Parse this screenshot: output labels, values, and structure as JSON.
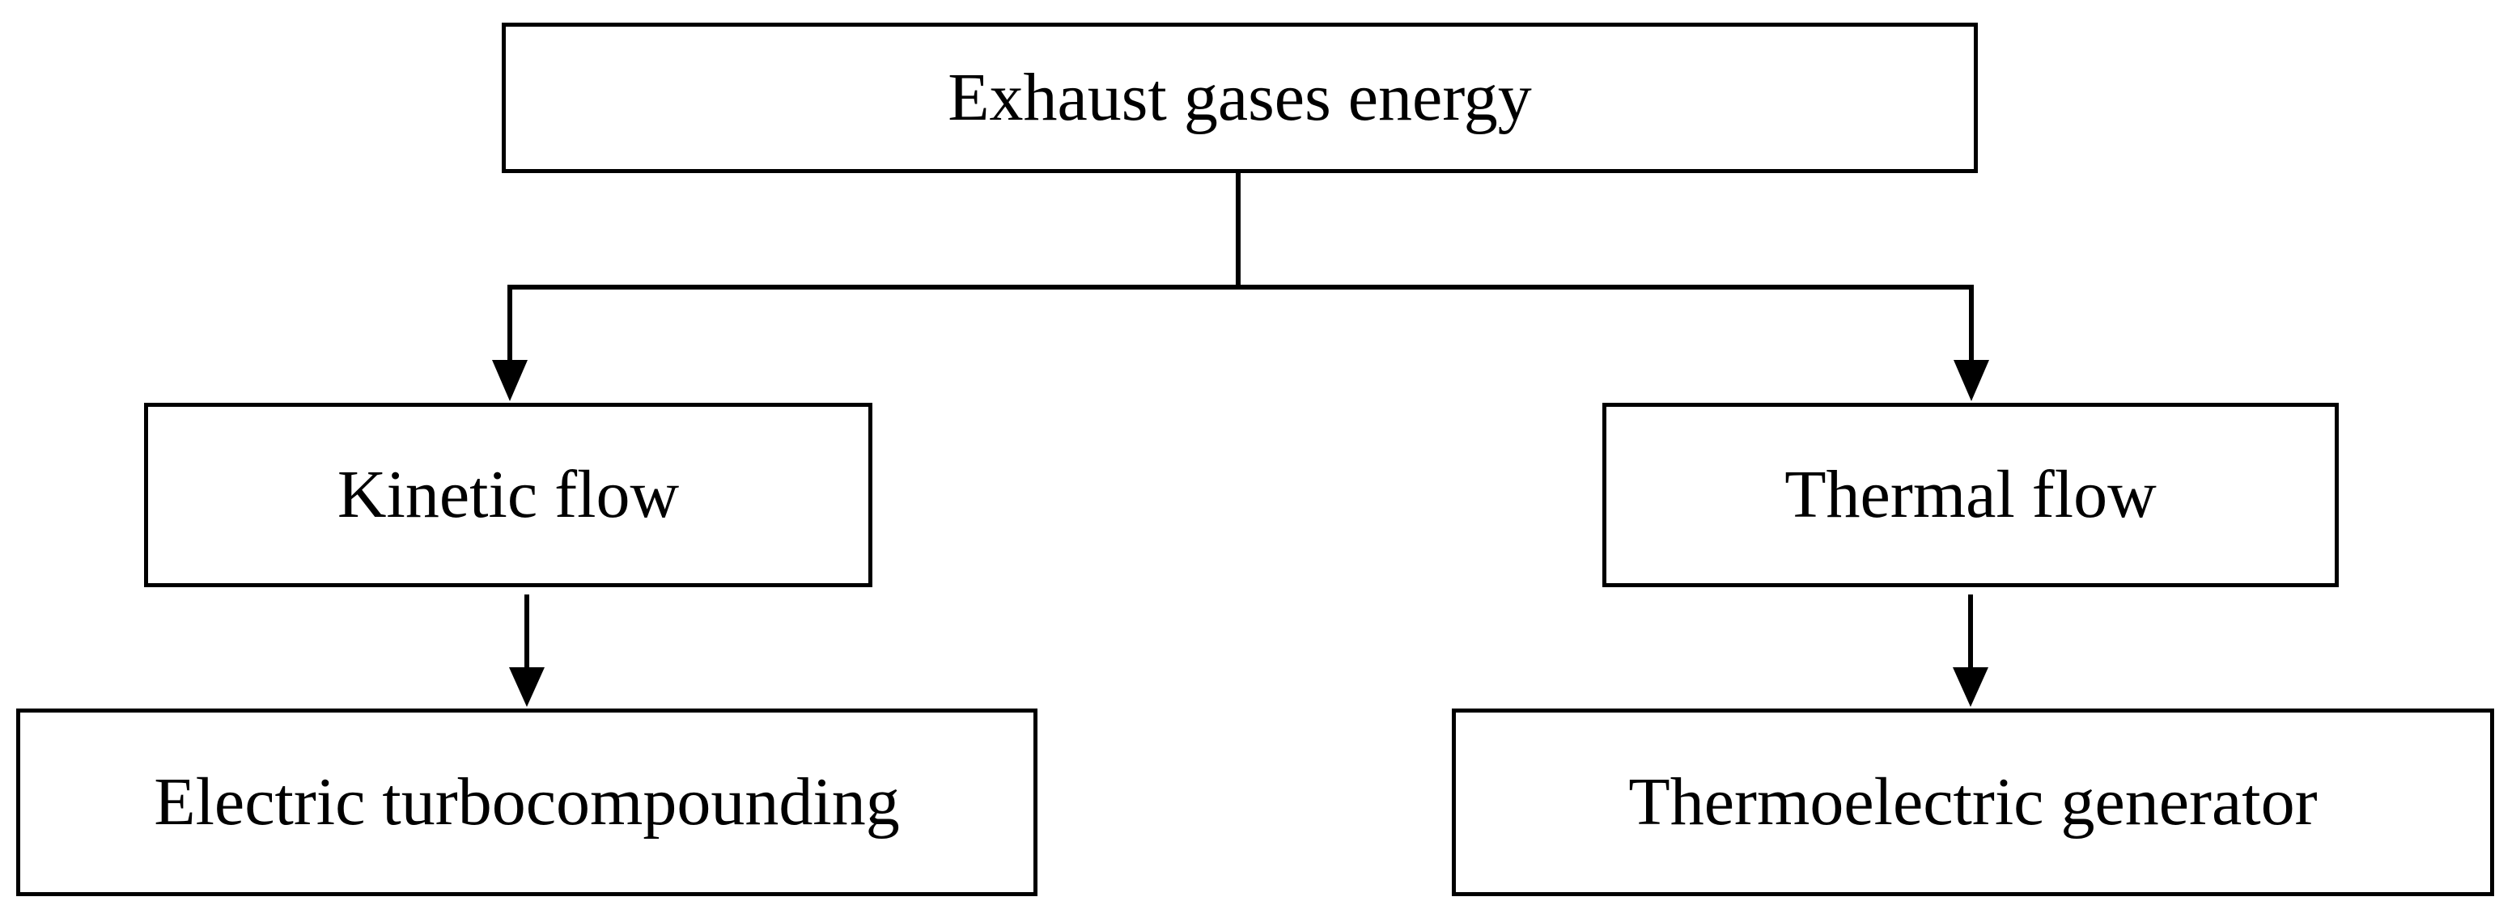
{
  "diagram": {
    "root": {
      "label": "Exhaust gases energy"
    },
    "branches": [
      {
        "label": "Kinetic flow",
        "child": {
          "label": "Electric turbocompounding"
        }
      },
      {
        "label": "Thermal flow",
        "child": {
          "label": "Thermoelectric generator"
        }
      }
    ]
  },
  "colors": {
    "stroke": "#000000",
    "background": "#ffffff"
  }
}
